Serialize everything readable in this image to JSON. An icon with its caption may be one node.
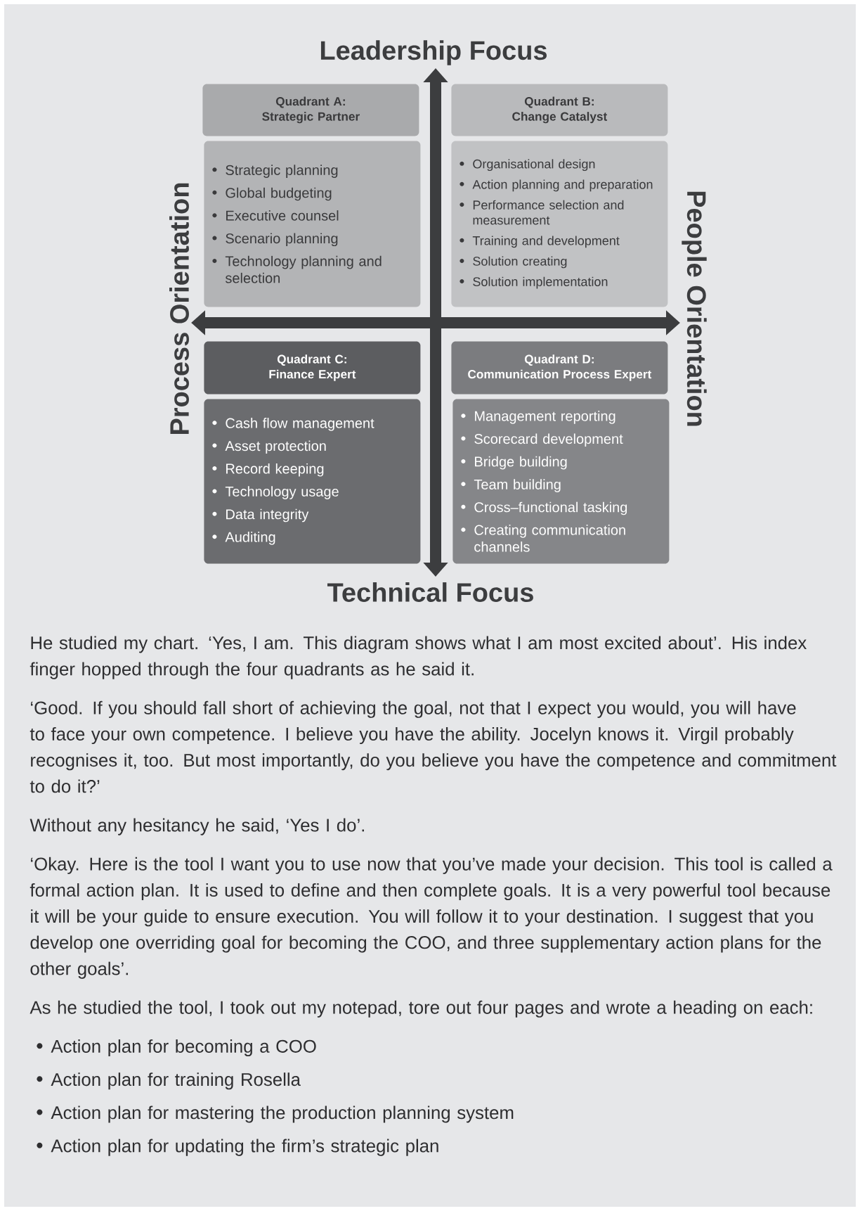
{
  "diagram": {
    "nodes": [
      {
        "text": [
          "Quadrant A:",
          "Strategic Partner"
        ]
      },
      {
        "text": [
          "Strategic planning",
          "Global budgeting",
          "Executive counsel",
          "Scenario planning",
          "Technology planning and selection"
        ]
      },
      {
        "text": [
          "Quadrant B:",
          "Change Catalyst"
        ]
      },
      {
        "text": [
          "Organisational design",
          "Action planning and preparation",
          "Performance selection and measurement",
          "Training and development",
          "Solution creating",
          "Solution implementation"
        ]
      },
      {
        "text": [
          "Quadrant C:",
          "Finance Expert"
        ]
      },
      {
        "text": [
          "Cash flow management",
          "Asset protection",
          "Record keeping",
          "Technology usage",
          "Data integrity",
          "Auditing"
        ]
      },
      {
        "text": [
          "Quadrant D:",
          "Communication Process Expert"
        ]
      },
      {
        "text": [
          "Management reporting",
          "Scorecard development",
          "Bridge building",
          "Team building",
          "Cross–functional tasking",
          "Creating communication channels"
        ]
      }
    ],
    "labels": [
      "Leadership Focus",
      "Technical Focus",
      "Process Orientation",
      "People Orientation",
      "He studied my chart. ‘Yes, I am. This diagram shows what I am most excited about’. His index finger hopped through the four quadrants as he said it.",
      "‘Good. If you should fall short of achieving the goal, not that I expect you would, you will have to face your own competence. I believe you have the ability. Jocelyn knows it. Virgil probably recognises it, too. But most importantly, do you believe you have the competence and commitment to do it?’",
      "Without any hesitancy he said, ‘Yes I do’.",
      "‘Okay. Here is the tool I want you to use now that you’ve made your decision. This tool is called a formal action plan. It is used to define and then complete goals. It is a very powerful tool because it will be your guide to ensure execution. You will follow it to your destination. I suggest that you develop one overriding goal for becoming the COO, and three supplementary action plans for the other goals’.",
      "As he studied the tool, I took out my notepad, tore out four pages and wrote a heading on each:",
      "Action plan for becoming a COO",
      "Action plan for training Rosella",
      "Action plan for mastering the production planning system",
      "Action plan for updating the firm’s strategic plan"
    ]
  }
}
